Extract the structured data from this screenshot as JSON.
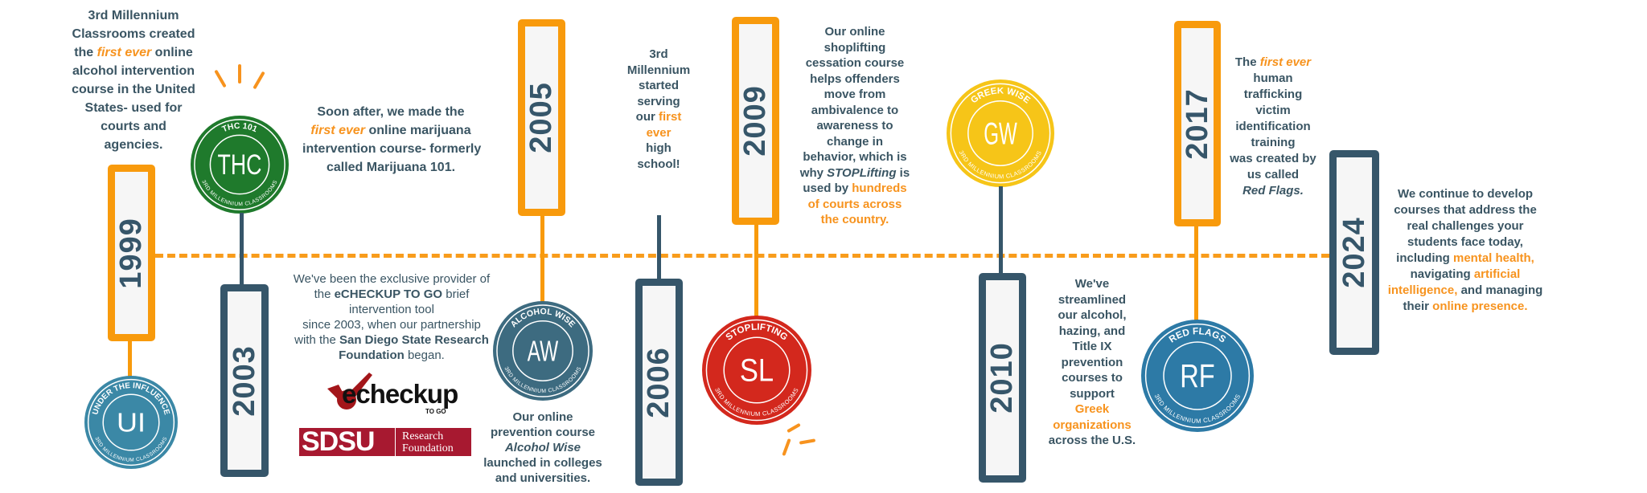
{
  "colors": {
    "orange": "#f89a0c",
    "slate": "#36566a",
    "text": "#3a5563"
  },
  "events": [
    {
      "year": "1999",
      "text": [
        {
          "t": "3rd Millennium\nClassrooms created\nthe "
        },
        {
          "t": "first ever",
          "c": "o i"
        },
        {
          "t": " online\nalcohol intervention\ncourse in the United\nStates- used for\ncourts and\nagencies."
        }
      ],
      "badge": {
        "top": "UNDER THE INFLUENCE",
        "initials": "UI",
        "bottom": "3RD MILLENNIUM CLASSROOMS",
        "color": "#3b88a6"
      }
    },
    {
      "year": "2003",
      "text": [
        {
          "t": "Soon after, we made the\n"
        },
        {
          "t": "first ever",
          "c": "o i"
        },
        {
          "t": " online marijuana\nintervention course- formerly\ncalled Marijuana 101."
        }
      ],
      "badge": {
        "top": "THC 101",
        "initials": "THC",
        "bottom": "3RD MILLENNIUM CLASSROOMS",
        "color": "#1f7a2c"
      },
      "partner_text": [
        {
          "t": "We've been the exclusive provider of\nthe "
        },
        {
          "t": "eCHECKUP TO GO",
          "c": "b"
        },
        {
          "t": " brief\nintervention tool\nsince 2003, when our partnership\nwith the "
        },
        {
          "t": "San Diego State Research\nFoundation",
          "c": "b"
        },
        {
          "t": " began."
        }
      ],
      "logos": {
        "echeckup": "echeckup",
        "echeckup_sub": "TO GO",
        "sdsu": "SDSU",
        "sdsu_sub": "Research\nFoundation"
      }
    },
    {
      "year": "2005",
      "text": [
        {
          "t": "Our online\nprevention course\n"
        },
        {
          "t": "Alcohol Wise",
          "c": "i"
        },
        {
          "t": "\nlaunched in colleges\nand universities."
        }
      ],
      "badge": {
        "top": "ALCOHOL WISE",
        "initials": "AW",
        "bottom": "3RD MILLENNIUM CLASSROOMS",
        "color": "#3d6b80"
      }
    },
    {
      "year": "2006",
      "text": [
        {
          "t": "3rd\nMillennium\nstarted\nserving\nour "
        },
        {
          "t": "first\never",
          "c": "o"
        },
        {
          "t": "\nhigh\nschool!"
        }
      ]
    },
    {
      "year": "2009",
      "text": [
        {
          "t": "Our online\nshoplifting\ncessation course\nhelps offenders\nmove from\nambivalence to\nawareness to\nchange in\nbehavior, which is\nwhy "
        },
        {
          "t": "STOPLifting",
          "c": "i"
        },
        {
          "t": " is\nused by "
        },
        {
          "t": "hundreds\nof courts across\nthe country.",
          "c": "o"
        }
      ],
      "badge": {
        "top": "STOPLIFTING",
        "initials": "SL",
        "bottom": "3RD MILLENNIUM CLASSROOMS",
        "color": "#d3281d"
      }
    },
    {
      "year": "2010",
      "text": [
        {
          "t": "We've\nstreamlined\nour alcohol,\nhazing, and\nTitle IX\nprevention\ncourses to\nsupport\n"
        },
        {
          "t": "Greek\norganizations",
          "c": "o"
        },
        {
          "t": "\nacross the U.S."
        }
      ],
      "badge": {
        "top": "GREEK WISE",
        "initials": "GW",
        "bottom": "3RD MILLENNIUM CLASSROOMS",
        "color": "#f6c518"
      }
    },
    {
      "year": "2017",
      "text": [
        {
          "t": "The "
        },
        {
          "t": "first ever",
          "c": "o i"
        },
        {
          "t": "\nhuman\ntrafficking\nvictim\nidentification\ntraining\nwas created by\nus called\n"
        },
        {
          "t": "Red Flags.",
          "c": "i"
        }
      ],
      "badge": {
        "top": "RED FLAGS",
        "initials": "RF",
        "bottom": "3RD MILLENNIUM CLASSROOMS",
        "color": "#2d7aa6"
      }
    },
    {
      "year": "2024",
      "text": [
        {
          "t": "We continue to develop\ncourses that address the\nreal challenges your\nstudents face today,\nincluding "
        },
        {
          "t": "mental health,",
          "c": "o"
        },
        {
          "t": "\nnavigating "
        },
        {
          "t": "artificial\nintelligence,",
          "c": "o"
        },
        {
          "t": " and managing\ntheir "
        },
        {
          "t": "online presence.",
          "c": "o"
        }
      ]
    }
  ]
}
